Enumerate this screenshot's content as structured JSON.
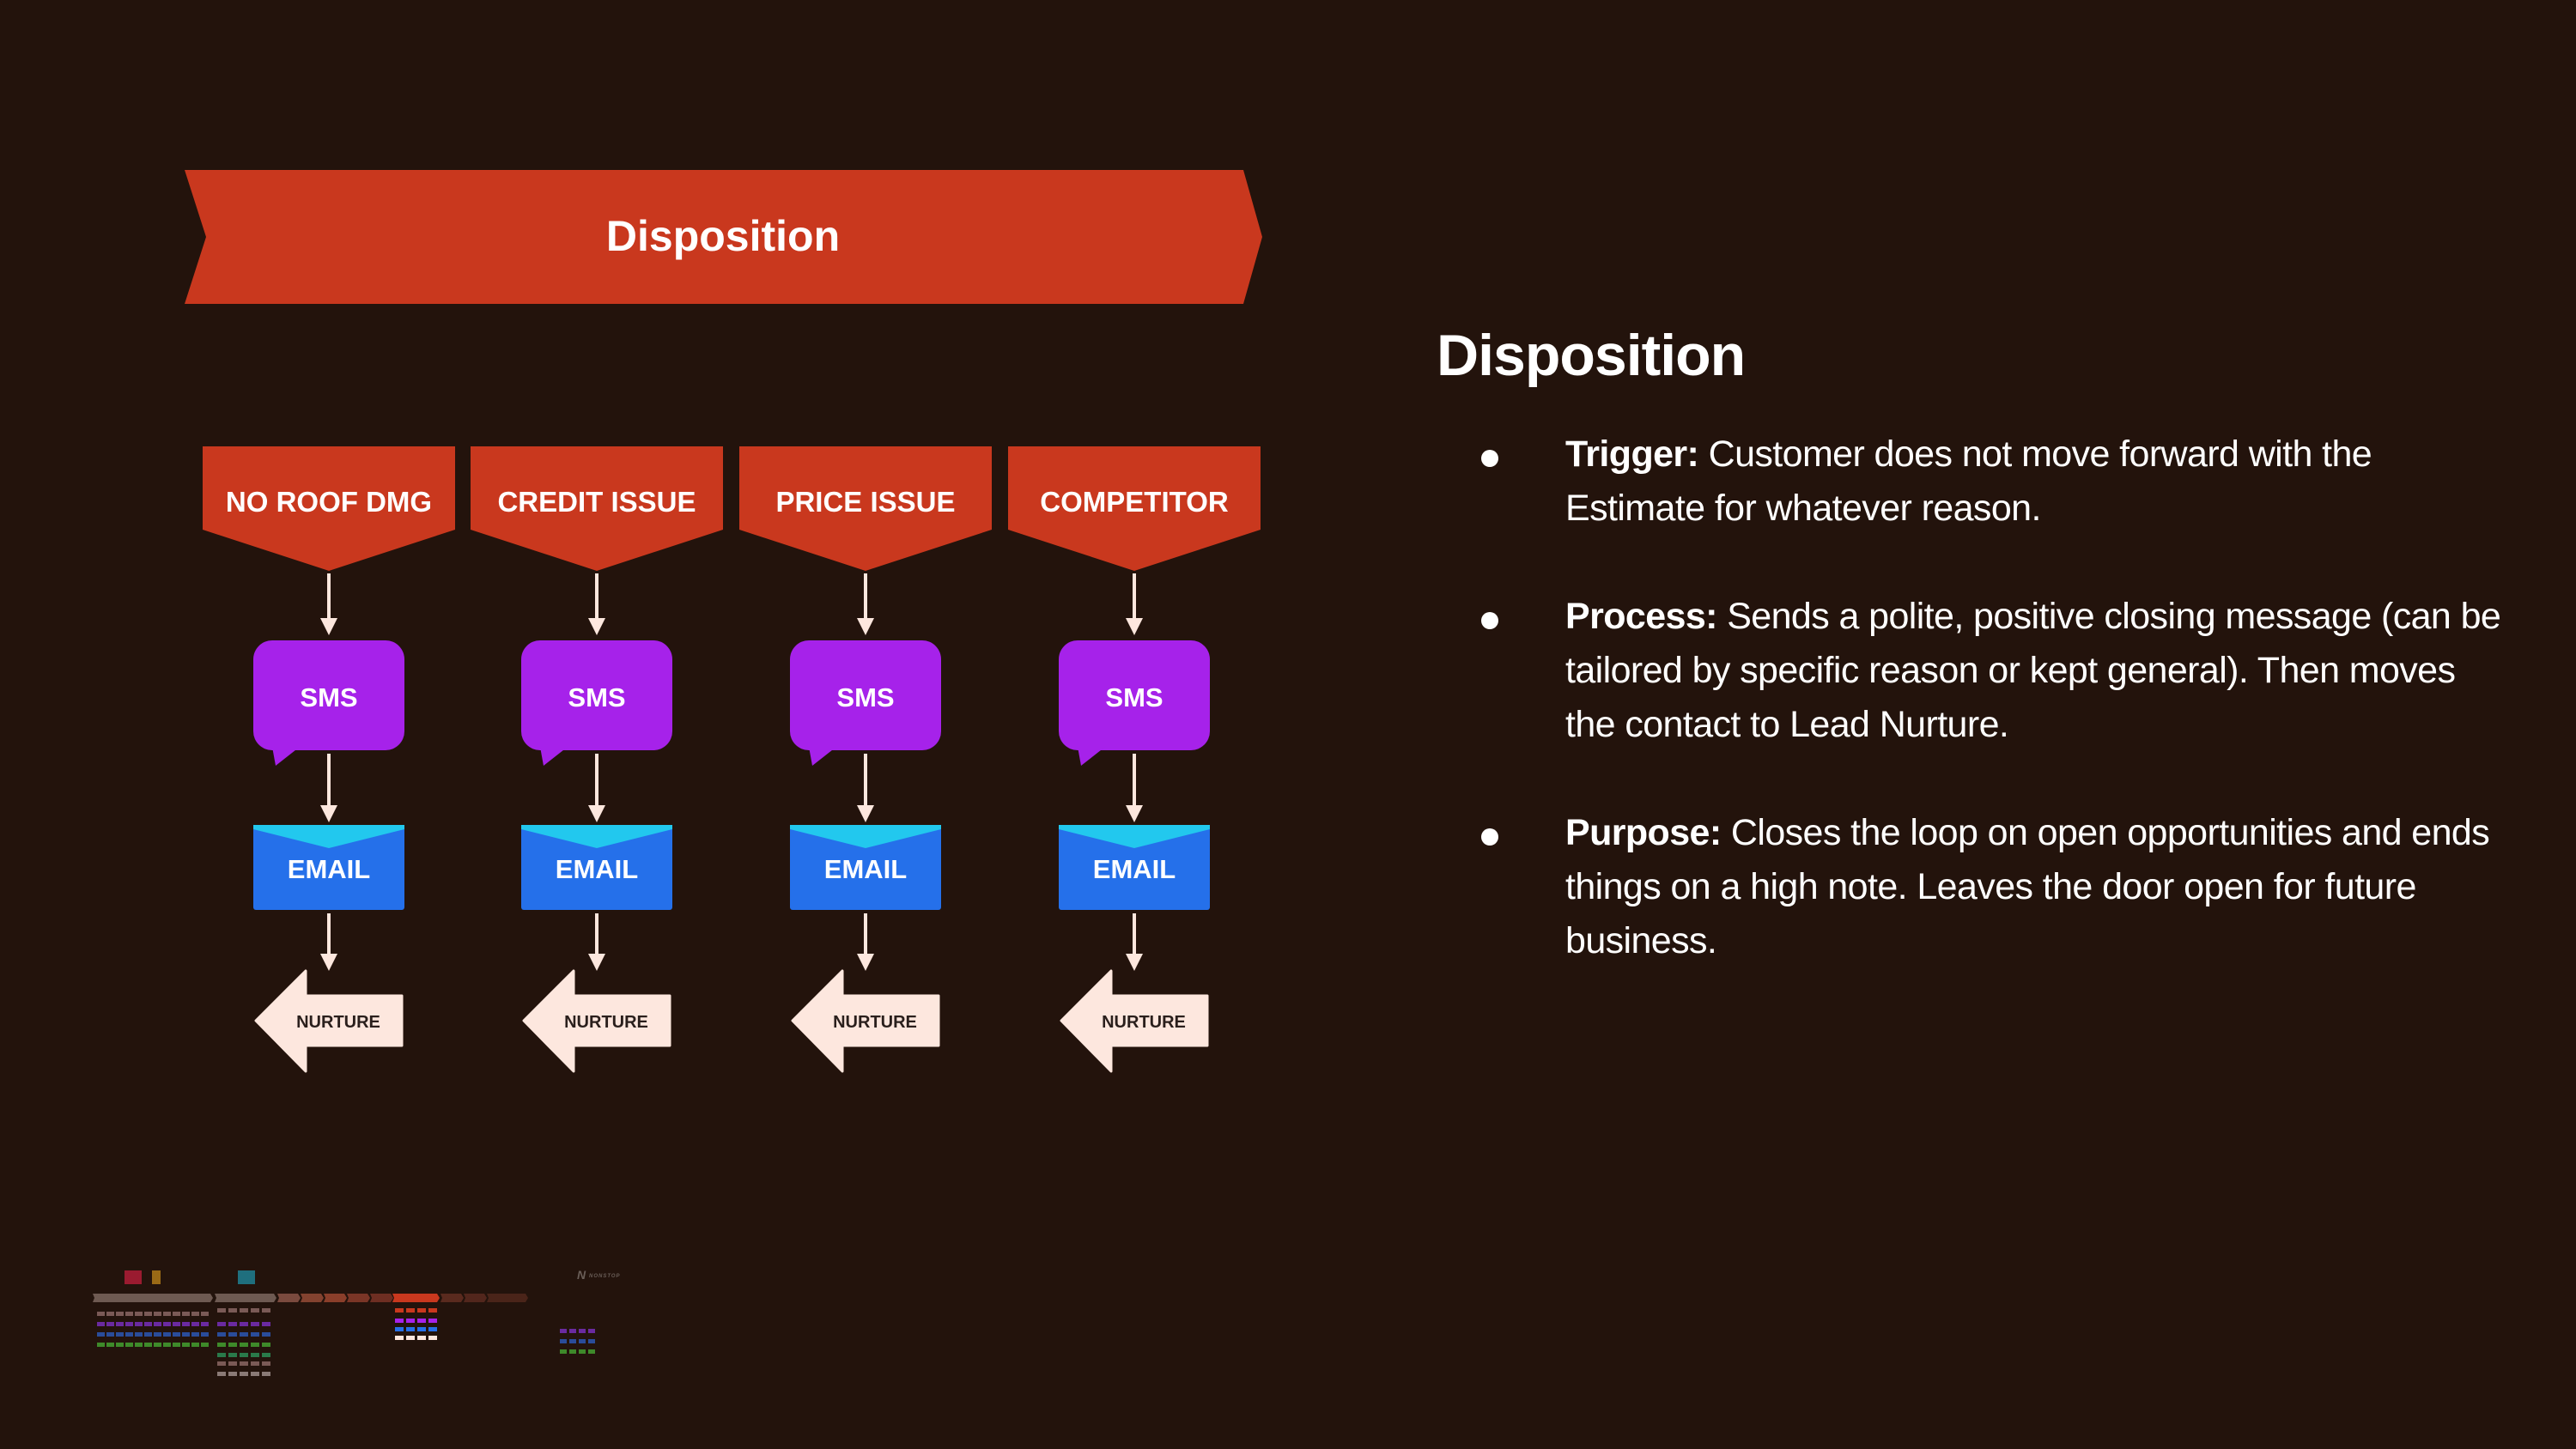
{
  "slide": {
    "background_color": "#23130c"
  },
  "diagram": {
    "banner": {
      "label": "Disposition",
      "color": "#c9381e"
    },
    "columns": [
      {
        "reason": "NO ROOF DMG",
        "sms": "SMS",
        "email": "EMAIL",
        "nurture": "NURTURE"
      },
      {
        "reason": "CREDIT ISSUE",
        "sms": "SMS",
        "email": "EMAIL",
        "nurture": "NURTURE"
      },
      {
        "reason": "PRICE ISSUE",
        "sms": "SMS",
        "email": "EMAIL",
        "nurture": "NURTURE"
      },
      {
        "reason": "COMPETITOR",
        "sms": "SMS",
        "email": "EMAIL",
        "nurture": "NURTURE"
      }
    ],
    "colors": {
      "reason": "#c9381e",
      "sms": "#a622ea",
      "email_body": "#2570ea",
      "email_flap": "#22c8ee",
      "nurture": "#fde7de",
      "nurture_text": "#2a1f1c",
      "arrow": "#fde7de"
    },
    "icons": {
      "sms": "speech-bubble-icon",
      "email": "envelope-icon",
      "nurture": "left-arrow-icon"
    }
  },
  "panel": {
    "title": "Disposition",
    "bullets": [
      {
        "label": "Trigger:",
        "text": " Customer does not move forward with the Estimate for whatever reason."
      },
      {
        "label": "Process:",
        "text": " Sends a polite, positive closing message (can be tailored by specific reason or kept general). Then moves the contact to Lead Nurture."
      },
      {
        "label": "Purpose:",
        "text": " Closes the loop on open opportunities and ends things on a high note. Leaves the door open for future business."
      }
    ]
  },
  "minimap": {
    "logo_text": "NONSTOP",
    "logo_icon": "n-logo-icon"
  }
}
